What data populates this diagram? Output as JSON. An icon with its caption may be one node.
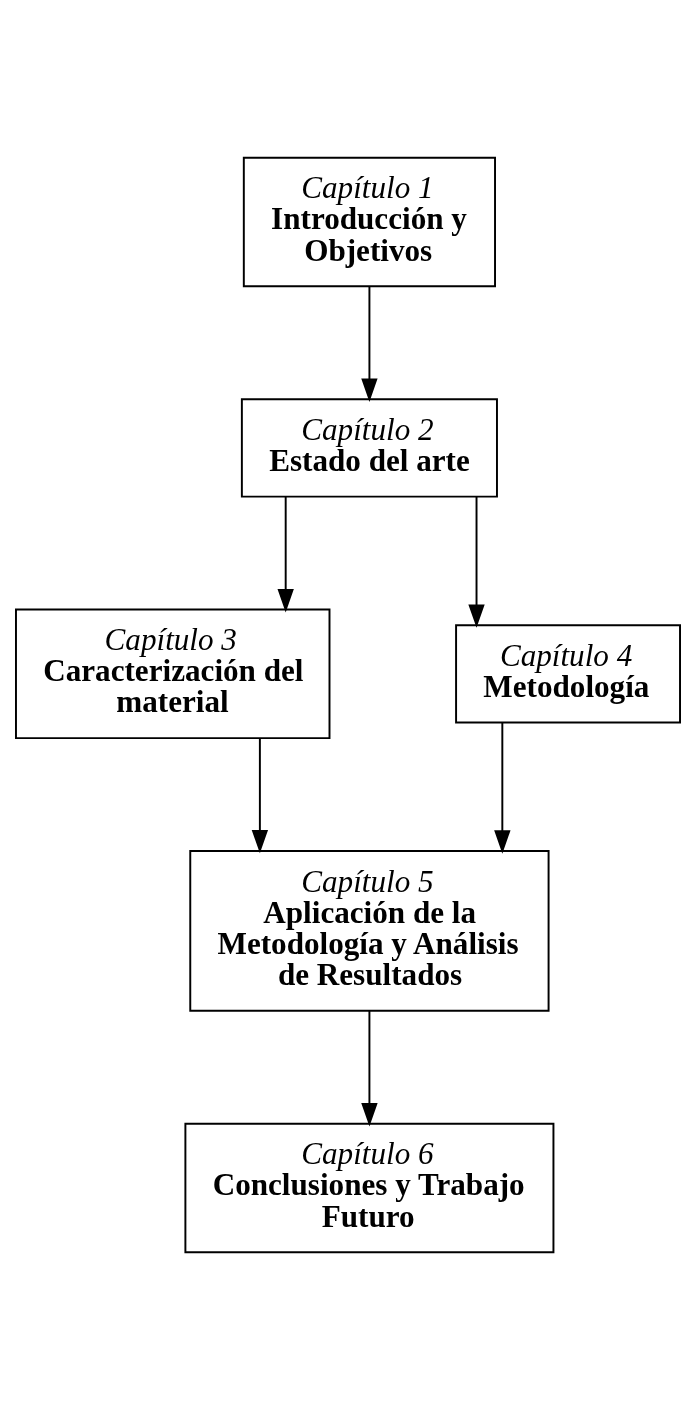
{
  "diagram": {
    "nodes": [
      {
        "text": [
          "Capítulo 1",
          "Introducción y Objetivos"
        ]
      },
      {
        "text": [
          "Capítulo 2",
          "Estado del arte"
        ]
      },
      {
        "text": [
          "Capítulo 3",
          "Caracterización del material"
        ]
      },
      {
        "text": [
          "Capítulo 4",
          "Metodología"
        ]
      },
      {
        "text": [
          "Capítulo 5",
          "Aplicación de la Metodología y Análisis de Resultados"
        ]
      },
      {
        "text": [
          "Capítulo 6",
          "Conclusiones y Trabajo Futuro"
        ]
      }
    ],
    "edges": [
      {
        "from": 0,
        "to": 1,
        "arrow": "to"
      },
      {
        "from": 1,
        "to": 2,
        "arrow": "to"
      },
      {
        "from": 1,
        "to": 3,
        "arrow": "to"
      },
      {
        "from": 2,
        "to": 4,
        "arrow": "to"
      },
      {
        "from": 3,
        "to": 4,
        "arrow": "to"
      },
      {
        "from": 4,
        "to": 5,
        "arrow": "to"
      }
    ]
  }
}
